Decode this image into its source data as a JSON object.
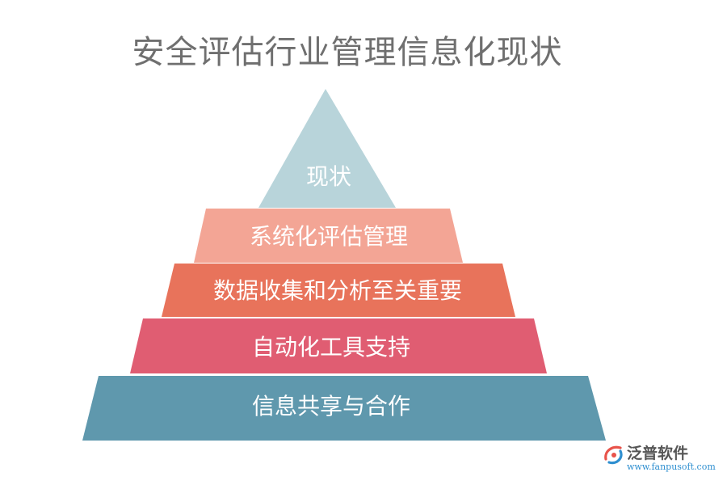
{
  "title": "安全评估行业管理信息化现状",
  "pyramid": {
    "layers": [
      {
        "label": "现状",
        "color": "#b8d4da"
      },
      {
        "label": "系统化评估管理",
        "color": "#f3a595"
      },
      {
        "label": "数据收集和分析至关重要",
        "color": "#e8735b"
      },
      {
        "label": "自动化工具支持",
        "color": "#e05d72"
      },
      {
        "label": "信息共享与合作",
        "color": "#5f98ad"
      }
    ]
  },
  "logo": {
    "name": "泛普软件",
    "url": "www.fanpusoft.com",
    "accent_color": "#e8534a",
    "secondary_color": "#2f8fd0"
  }
}
